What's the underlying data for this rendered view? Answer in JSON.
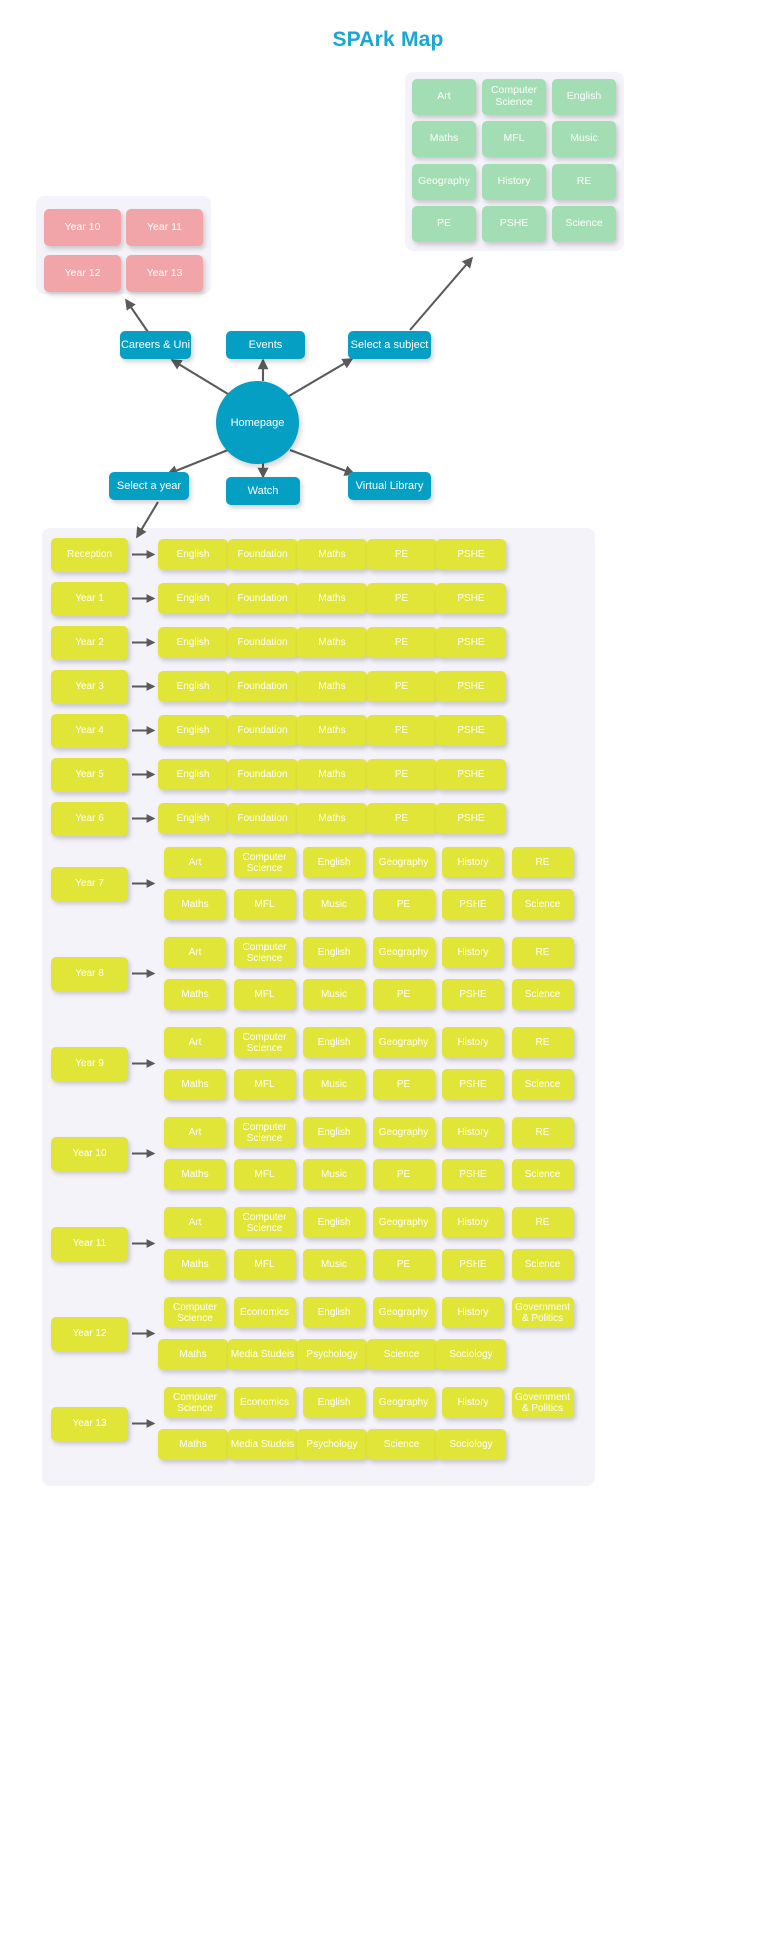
{
  "page": {
    "title": "SPArk Map",
    "accent_blue": "#069fc4",
    "accent_pink": "#f2a5a8",
    "accent_green": "#a3ddb3",
    "accent_yellow": "#e1e537",
    "panel_bg": "#f4f3f9",
    "arrow_color": "#5a5a5a"
  },
  "hub": {
    "center_label": "Homepage",
    "top_nodes": [
      {
        "label": "Careers & Uni"
      },
      {
        "label": "Events"
      },
      {
        "label": "Select a subject"
      }
    ],
    "bottom_nodes": [
      {
        "label": "Select a year"
      },
      {
        "label": "Watch"
      },
      {
        "label": "Virtual Library"
      }
    ]
  },
  "careers_panel": {
    "items": [
      {
        "label": "Year 10"
      },
      {
        "label": "Year 11"
      },
      {
        "label": "Year 12"
      },
      {
        "label": "Year 13"
      }
    ]
  },
  "subject_panel": {
    "items": [
      {
        "label": "Art"
      },
      {
        "label": "Computer Science"
      },
      {
        "label": "English"
      },
      {
        "label": "Maths"
      },
      {
        "label": "MFL"
      },
      {
        "label": "Music"
      },
      {
        "label": "Geography"
      },
      {
        "label": "History"
      },
      {
        "label": "RE"
      },
      {
        "label": "PE"
      },
      {
        "label": "PSHE"
      },
      {
        "label": "Science"
      }
    ]
  },
  "year_panel": {
    "rows": [
      {
        "year": "Reception",
        "subjects": [
          [
            "English",
            "Foundation",
            "Maths",
            "PE",
            "PSHE"
          ]
        ]
      },
      {
        "year": "Year 1",
        "subjects": [
          [
            "English",
            "Foundation",
            "Maths",
            "PE",
            "PSHE"
          ]
        ]
      },
      {
        "year": "Year 2",
        "subjects": [
          [
            "English",
            "Foundation",
            "Maths",
            "PE",
            "PSHE"
          ]
        ]
      },
      {
        "year": "Year 3",
        "subjects": [
          [
            "English",
            "Foundation",
            "Maths",
            "PE",
            "PSHE"
          ]
        ]
      },
      {
        "year": "Year 4",
        "subjects": [
          [
            "English",
            "Foundation",
            "Maths",
            "PE",
            "PSHE"
          ]
        ]
      },
      {
        "year": "Year 5",
        "subjects": [
          [
            "English",
            "Foundation",
            "Maths",
            "PE",
            "PSHE"
          ]
        ]
      },
      {
        "year": "Year 6",
        "subjects": [
          [
            "English",
            "Foundation",
            "Maths",
            "PE",
            "PSHE"
          ]
        ]
      },
      {
        "year": "Year 7",
        "subjects": [
          [
            "Art",
            "Computer Science",
            "English",
            "Geography",
            "History",
            "RE"
          ],
          [
            "Maths",
            "MFL",
            "Music",
            "PE",
            "PSHE",
            "Science"
          ]
        ]
      },
      {
        "year": "Year 8",
        "subjects": [
          [
            "Art",
            "Computer Science",
            "English",
            "Geography",
            "History",
            "RE"
          ],
          [
            "Maths",
            "MFL",
            "Music",
            "PE",
            "PSHE",
            "Science"
          ]
        ]
      },
      {
        "year": "Year 9",
        "subjects": [
          [
            "Art",
            "Computer Science",
            "English",
            "Geography",
            "History",
            "RE"
          ],
          [
            "Maths",
            "MFL",
            "Music",
            "PE",
            "PSHE",
            "Science"
          ]
        ]
      },
      {
        "year": "Year 10",
        "subjects": [
          [
            "Art",
            "Computer Science",
            "English",
            "Geography",
            "History",
            "RE"
          ],
          [
            "Maths",
            "MFL",
            "Music",
            "PE",
            "PSHE",
            "Science"
          ]
        ]
      },
      {
        "year": "Year 11",
        "subjects": [
          [
            "Art",
            "Computer Science",
            "English",
            "Geography",
            "History",
            "RE"
          ],
          [
            "Maths",
            "MFL",
            "Music",
            "PE",
            "PSHE",
            "Science"
          ]
        ]
      },
      {
        "year": "Year 12",
        "subjects": [
          [
            "Computer Science",
            "Economics",
            "English",
            "Geography",
            "History",
            "Government & Politics"
          ],
          [
            "Maths",
            "Media Studeis",
            "Psychology",
            "Science",
            "Sociology"
          ]
        ]
      },
      {
        "year": "Year 13",
        "subjects": [
          [
            "Computer Science",
            "Economics",
            "English",
            "Geography",
            "History",
            "Government & Politics"
          ],
          [
            "Maths",
            "Media Studeis",
            "Psychology",
            "Science",
            "Sociology"
          ]
        ]
      }
    ]
  }
}
